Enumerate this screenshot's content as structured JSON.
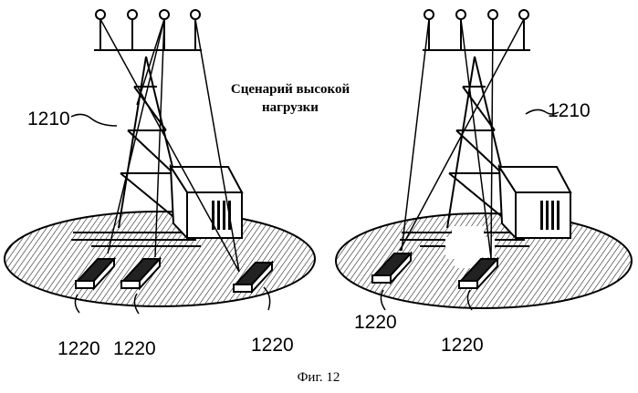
{
  "title_lines": [
    "Сценарий высокой",
    "нагрузки"
  ],
  "caption": "Фиг. 12",
  "left": {
    "tower_label": "1210",
    "terminal_labels": [
      "1220",
      "1220",
      "1220"
    ]
  },
  "right": {
    "tower_label": "1210",
    "terminal_labels": [
      "1220",
      "1220"
    ]
  }
}
